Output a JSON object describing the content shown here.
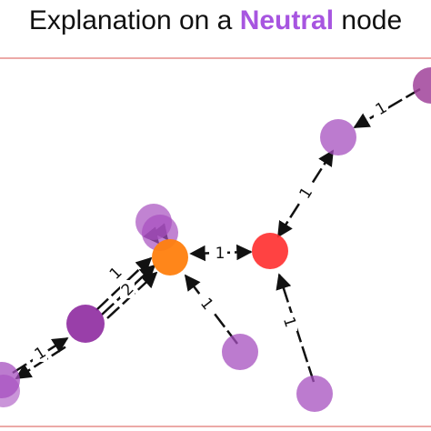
{
  "title": {
    "prefix": "Explanation on a ",
    "highlight": "Neutral",
    "suffix": " node",
    "highlight_color": "#a755e0"
  },
  "colors": {
    "frame_line": "#d9534f",
    "neutral_node": "#a64fbf",
    "dark_node": "#8e2aa0",
    "target_node": "#ff7f0e",
    "red_node": "#ff2d2d",
    "edge": "#111111"
  },
  "edge_labels": {
    "e1": "1",
    "e2": "1",
    "e3": "1",
    "e4": "1",
    "e5": "1",
    "e6": "1",
    "e7": "1",
    "e8": "2",
    "e9": "1"
  }
}
